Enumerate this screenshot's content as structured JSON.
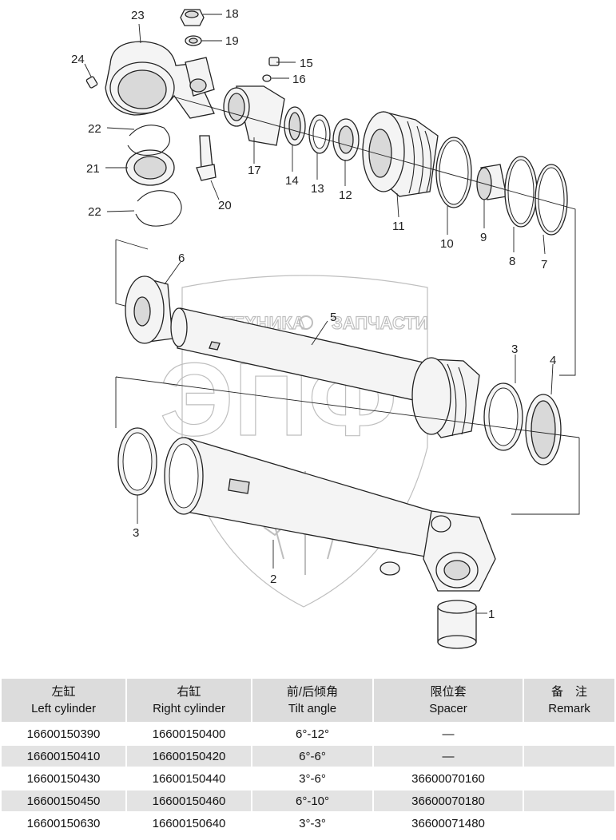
{
  "watermark": {
    "line1_left": "ТЕХНИКА",
    "line1_right": "ЗАПЧАСТИ",
    "letters": "ЭПФ"
  },
  "callouts": [
    "1",
    "2",
    "3",
    "3",
    "4",
    "5",
    "6",
    "7",
    "8",
    "9",
    "10",
    "11",
    "12",
    "13",
    "14",
    "15",
    "16",
    "17",
    "18",
    "19",
    "20",
    "21",
    "22",
    "22",
    "23",
    "24"
  ],
  "table": {
    "headers": [
      {
        "cn": "左缸",
        "en": "Left cylinder"
      },
      {
        "cn": "右缸",
        "en": "Right cylinder"
      },
      {
        "cn": "前/后倾角",
        "en": "Tilt angle"
      },
      {
        "cn": "限位套",
        "en": "Spacer"
      },
      {
        "cn": "备　注",
        "en": "Remark"
      }
    ],
    "rows": [
      [
        "16600150390",
        "16600150400",
        "6°-12°",
        "—",
        ""
      ],
      [
        "16600150410",
        "16600150420",
        "6°-6°",
        "—",
        ""
      ],
      [
        "16600150430",
        "16600150440",
        "3°-6°",
        "36600070160",
        ""
      ],
      [
        "16600150450",
        "16600150460",
        "6°-10°",
        "36600070180",
        ""
      ],
      [
        "16600150630",
        "16600150640",
        "3°-3°",
        "36600071480",
        ""
      ]
    ]
  }
}
